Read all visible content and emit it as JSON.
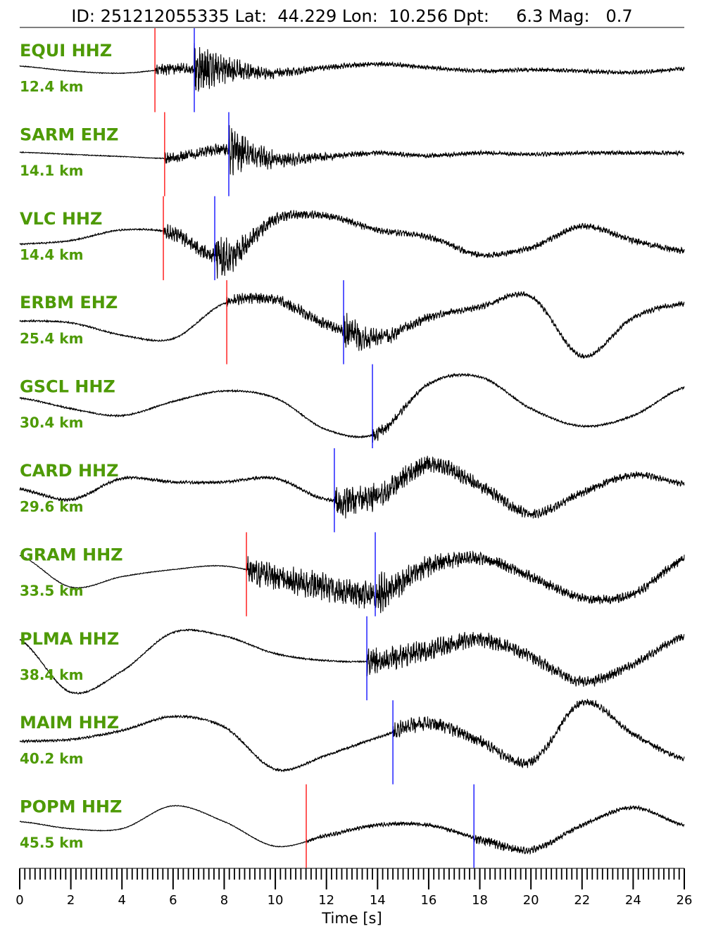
{
  "chart_data": {
    "type": "line",
    "title": "ID: 251212055335 Lat:  44.229 Lon:  10.256 Dpt:     6.3 Mag:   0.7",
    "xlabel": "Time [s]",
    "xlim": [
      0,
      26
    ],
    "x_major_step": 2,
    "x_minor_step": 0.2,
    "xtick_labels": [
      "0",
      "2",
      "4",
      "6",
      "8",
      "10",
      "12",
      "14",
      "16",
      "18",
      "20",
      "22",
      "24",
      "26"
    ],
    "grid": false,
    "colors": {
      "label": "#4e9a06",
      "p_pick": "#ff0000",
      "s_pick": "#0000ff",
      "trace": "#000000"
    },
    "baseline_knot_step_s": 2,
    "traces": [
      {
        "station": "EQUI HHZ",
        "distance": "12.4 km",
        "p_pick": 5.29,
        "s_pick": 6.83,
        "baseline": [
          0.08,
          -0.06,
          -0.12,
          0,
          0,
          -0.12,
          0.04,
          0.14,
          0.04,
          -0.06,
          -0.02,
          -0.06,
          -0.1,
          0
        ],
        "noise": [
          0.01,
          0.15,
          0.7
        ],
        "decay": 1.5
      },
      {
        "station": "SARM EHZ",
        "distance": "14.1 km",
        "p_pick": 5.67,
        "s_pick": 8.18,
        "baseline": [
          0.02,
          -0.04,
          -0.1,
          -0.14,
          0.1,
          -0.2,
          -0.1,
          0,
          -0.08,
          0,
          -0.04,
          0,
          0,
          0
        ],
        "noise": [
          0.01,
          0.15,
          0.6
        ],
        "decay": 1.5
      },
      {
        "station": "VLC HHZ",
        "distance": "14.4 km",
        "p_pick": 5.62,
        "s_pick": 7.63,
        "baseline": [
          -0.2,
          -0.1,
          0.2,
          0.1,
          -0.6,
          0.5,
          0.6,
          0.2,
          0.0,
          -0.5,
          -0.3,
          0.3,
          -0.1,
          -0.4
        ],
        "noise": [
          0.02,
          0.2,
          0.6
        ],
        "decay": 1.2
      },
      {
        "station": "ERBM EHZ",
        "distance": "25.4 km",
        "p_pick": 8.1,
        "s_pick": 12.67,
        "baseline": [
          0,
          -0.05,
          -0.4,
          -0.5,
          0.5,
          0.6,
          -0.1,
          -0.5,
          0.1,
          0.4,
          0.7,
          -1.0,
          0.1,
          0.5
        ],
        "noise": [
          0.02,
          0.15,
          0.45
        ],
        "decay": 1.5
      },
      {
        "station": "GSCL HHZ",
        "distance": "30.4 km",
        "p_pick": null,
        "s_pick": 13.8,
        "baseline": [
          0.2,
          -0.1,
          -0.3,
          0.1,
          0.4,
          0.2,
          -0.7,
          -0.8,
          0.6,
          0.8,
          -0.1,
          -0.6,
          -0.3,
          0.5
        ],
        "noise": [
          0.02,
          0.02,
          0.2
        ],
        "decay": 1.0
      },
      {
        "station": "CARD HHZ",
        "distance": "29.6 km",
        "p_pick": null,
        "s_pick": 12.31,
        "baseline": [
          0,
          -0.3,
          0.3,
          0.2,
          0.2,
          0.3,
          -0.3,
          -0.2,
          0.7,
          0.1,
          -0.7,
          -0.1,
          0.4,
          0.15
        ],
        "noise": [
          0.04,
          0.04,
          0.4
        ],
        "decay": 5
      },
      {
        "station": "GRAM HHZ",
        "distance": "33.5 km",
        "p_pick": 8.87,
        "s_pick": 13.91,
        "baseline": [
          0.5,
          -0.4,
          -0.1,
          0.1,
          0.2,
          -0.1,
          -0.4,
          -0.6,
          0.2,
          0.4,
          -0.1,
          -0.7,
          -0.6,
          0.4
        ],
        "noise": [
          0.01,
          0.35,
          0.45
        ],
        "decay": 2
      },
      {
        "station": "PLMA HHZ",
        "distance": "38.4 km",
        "p_pick": null,
        "s_pick": 13.58,
        "baseline": [
          0.5,
          -1.0,
          -0.4,
          0.7,
          0.6,
          0.1,
          -0.1,
          -0.1,
          0.2,
          0.5,
          0,
          -0.7,
          -0.2,
          0.6
        ],
        "noise": [
          0.02,
          0.15,
          0.3
        ],
        "decay": 6
      },
      {
        "station": "MAIM HHZ",
        "distance": "40.2 km",
        "p_pick": null,
        "s_pick": 14.6,
        "baseline": [
          0,
          0.05,
          0.3,
          0.7,
          0.4,
          -0.8,
          -0.4,
          0.1,
          0.5,
          0,
          -0.6,
          1.1,
          0.2,
          -0.5
        ],
        "noise": [
          0.03,
          0.03,
          0.2
        ],
        "decay": 6
      },
      {
        "station": "POPM HHZ",
        "distance": "45.5 km",
        "p_pick": 11.21,
        "s_pick": 17.77,
        "baseline": [
          0.1,
          -0.1,
          -0.1,
          0.55,
          0.1,
          -0.6,
          -0.3,
          0,
          0,
          -0.4,
          -0.7,
          0,
          0.5,
          0
        ],
        "noise": [
          0.01,
          0.05,
          0.12
        ],
        "decay": 4
      }
    ]
  }
}
